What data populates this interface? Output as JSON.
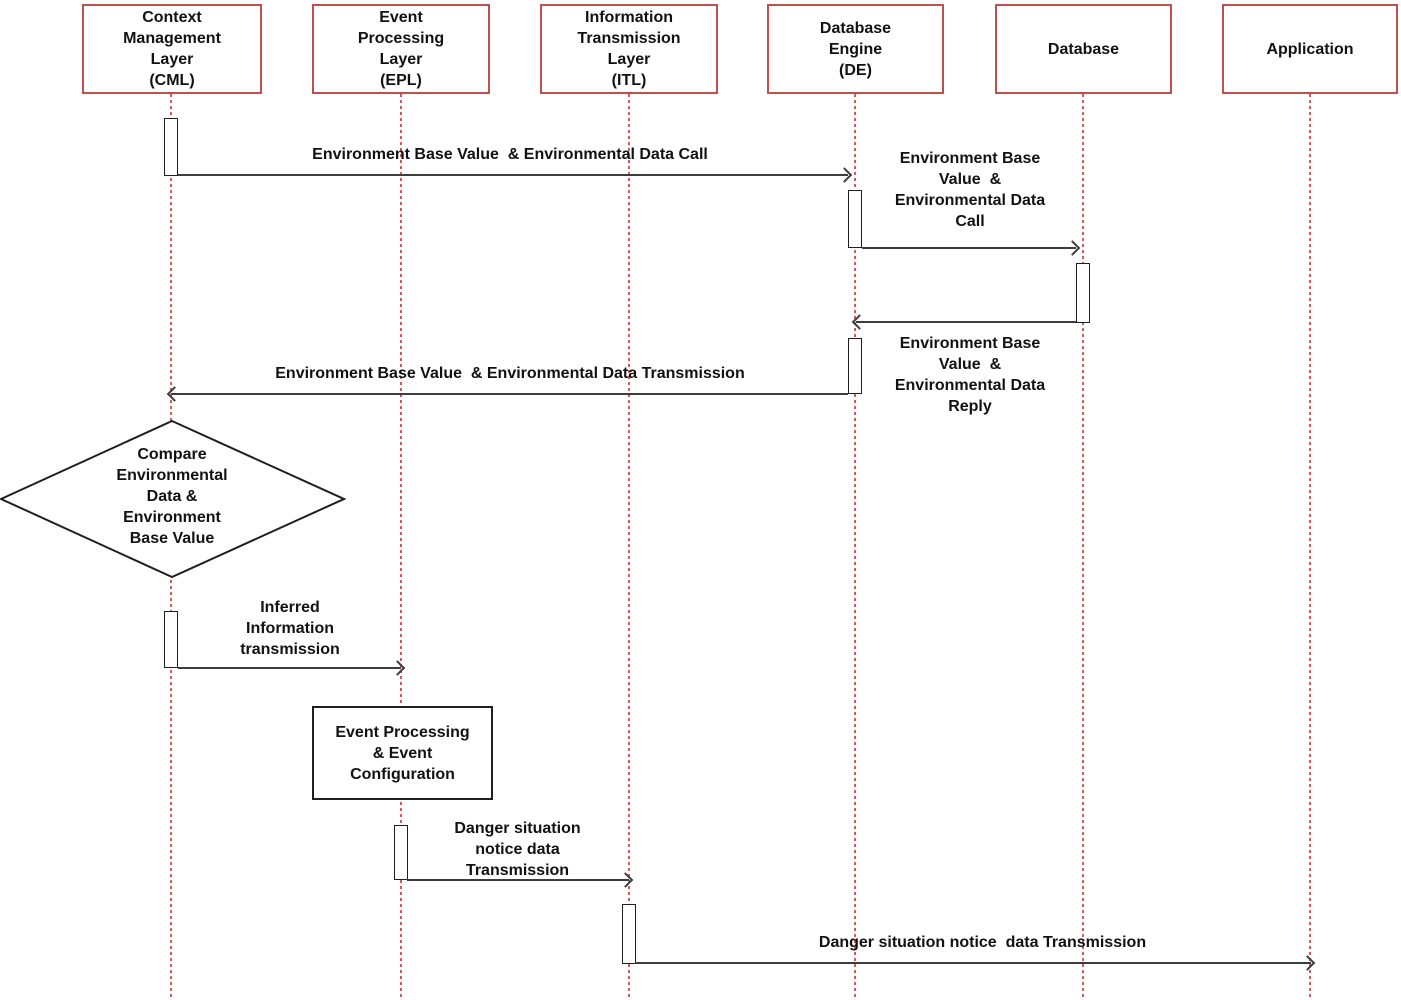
{
  "diagram": {
    "type": "uml-sequence-diagram",
    "actors": [
      {
        "id": "cml",
        "label": "Context\nManagement\nLayer\n(CML)"
      },
      {
        "id": "epl",
        "label": "Event\nProcessing\nLayer\n(EPL)"
      },
      {
        "id": "itl",
        "label": "Information\nTransmission\nLayer\n(ITL)"
      },
      {
        "id": "de",
        "label": "Database\nEngine\n(DE)"
      },
      {
        "id": "database",
        "label": "Database"
      },
      {
        "id": "application",
        "label": "Application"
      }
    ],
    "messages": [
      {
        "from": "cml",
        "to": "de",
        "direction": "right",
        "label": "Environment Base Value  & Environmental Data Call"
      },
      {
        "from": "de",
        "to": "database",
        "direction": "right",
        "label": "Environment Base\nValue  &\nEnvironmental Data\nCall"
      },
      {
        "from": "database",
        "to": "de",
        "direction": "left",
        "label": "Environment Base\nValue  &\nEnvironmental Data\nReply"
      },
      {
        "from": "de",
        "to": "cml",
        "direction": "left",
        "label": "Environment Base Value  & Environmental Data Transmission"
      },
      {
        "from": "cml",
        "to": "epl",
        "direction": "right",
        "label": "Inferred\nInformation\ntransmission"
      },
      {
        "from": "epl",
        "to": "itl",
        "direction": "right",
        "label": "Danger situation\nnotice data\nTransmission"
      },
      {
        "from": "itl",
        "to": "application",
        "direction": "right",
        "label": "Danger situation notice  data Transmission"
      }
    ],
    "decision": {
      "label": "Compare\nEnvironmental\nData &\nEnvironment\nBase Value"
    },
    "process": {
      "label": "Event Processing\n& Event\nConfiguration"
    },
    "colors": {
      "actor_border": "#c0504d",
      "lifeline": "#c9605d",
      "arrow": "#3d3d3d",
      "shape_border": "#1f1f1f",
      "text": "#121212"
    }
  }
}
